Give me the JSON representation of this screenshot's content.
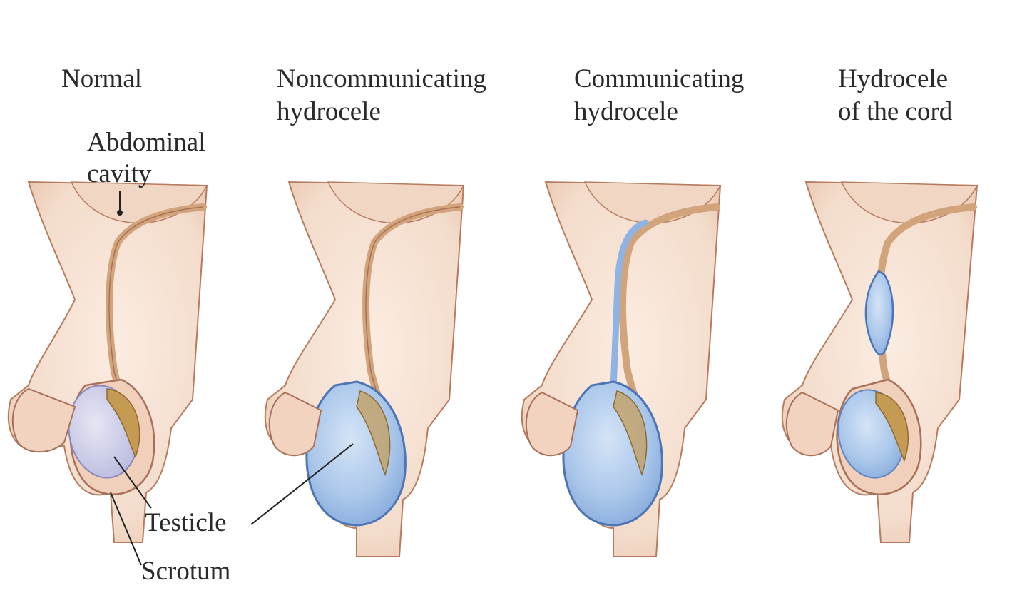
{
  "panels": [
    {
      "title_lines": [
        "Normal"
      ]
    },
    {
      "title_lines": [
        "Noncommunicating",
        "hydrocele"
      ]
    },
    {
      "title_lines": [
        "Communicating",
        "hydrocele"
      ]
    },
    {
      "title_lines": [
        "Hydrocele",
        "of the cord"
      ]
    }
  ],
  "callouts": {
    "abdominal_cavity": [
      "Abdominal",
      "cavity"
    ],
    "testicle": "Testicle",
    "scrotum": "Scrotum"
  },
  "colors": {
    "skin": "#f3dccb",
    "skin_shadow": "#e2b9a0",
    "outline": "#a8705a",
    "cord": "#d4a77f",
    "fluid": "#9fc0e8",
    "fluid_edge": "#5f86c2",
    "testis": "#c9c8e4",
    "epididymis": "#c59a52"
  }
}
